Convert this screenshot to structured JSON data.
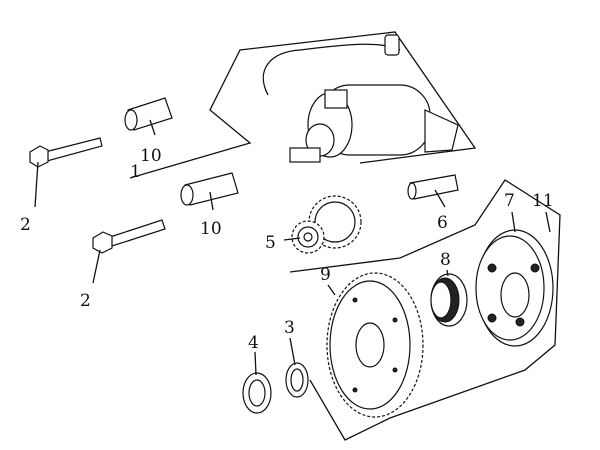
{
  "diagram": {
    "callouts": [
      {
        "id": "starter-motor",
        "label": "1"
      },
      {
        "id": "bolt-upper",
        "label": "2"
      },
      {
        "id": "bolt-lower",
        "label": "2"
      },
      {
        "id": "washer",
        "label": "3"
      },
      {
        "id": "nut",
        "label": "4"
      },
      {
        "id": "idle-gear",
        "label": "5"
      },
      {
        "id": "dowel-pin",
        "label": "6"
      },
      {
        "id": "one-way-clutch",
        "label": "7"
      },
      {
        "id": "needle-bearing",
        "label": "8"
      },
      {
        "id": "starter-driven-gear",
        "label": "9"
      },
      {
        "id": "pin-upper",
        "label": "10"
      },
      {
        "id": "pin-lower",
        "label": "10"
      },
      {
        "id": "clutch-outer",
        "label": "11"
      }
    ]
  }
}
